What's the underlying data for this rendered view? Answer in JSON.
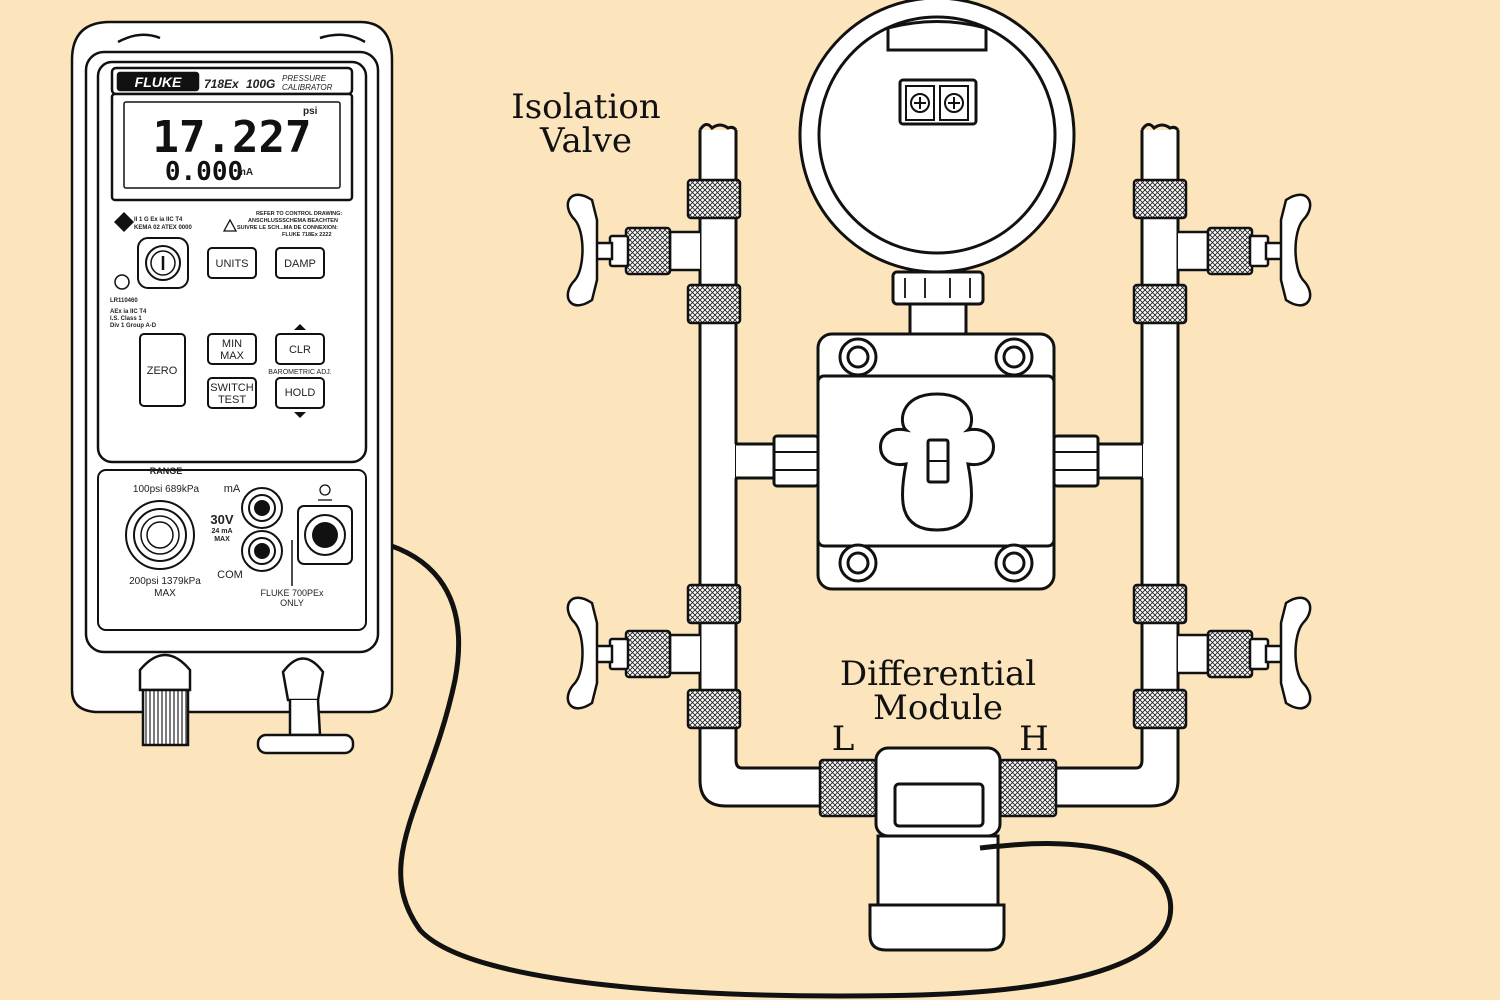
{
  "calibrator": {
    "brand": "FLUKE",
    "model": "718Ex",
    "range_code": "100G",
    "product_line1": "PRESSURE",
    "product_line2": "CALIBRATOR",
    "display": {
      "primary_value": "17.227",
      "primary_unit": "psi",
      "secondary_value": "0.000",
      "secondary_unit": "mA"
    },
    "cert_line1": "II 1 G Ex ia IIC T4",
    "cert_line2": "KEMA 02 ATEX 0000",
    "warning_line1": "REFER TO CONTROL DRAWING:",
    "warning_line2": "ANSCHLUSSSCHEMA BEACHTEN",
    "warning_line3": "SUIVRE LE SCH...MA DE CONNEXION:",
    "warning_line4": "FLUKE 718Ex 2222",
    "csa_code": "LR110460",
    "approval_line1": "AEx ia IIC T4",
    "approval_line2": "I.S. Class 1",
    "approval_line3": "Div 1 Group A-D",
    "buttons": {
      "units": "UNITS",
      "damp": "DAMP",
      "zero": "ZERO",
      "minmax_line1": "MIN",
      "minmax_line2": "MAX",
      "clr": "CLR",
      "switch_line1": "SWITCH",
      "switch_line2": "TEST",
      "hold": "HOLD",
      "barometric": "BAROMETRIC ADJ."
    },
    "range_title": "RANGE",
    "range_top": "100psi  689kPa",
    "range_bottom": "200psi  1379kPa",
    "range_max": "MAX",
    "ma_label": "mA",
    "com_label": "COM",
    "voltage_label": "30V",
    "current_label": "24 mA",
    "max_label": "MAX",
    "module_port_line1": "FLUKE 700PEx",
    "module_port_line2": "ONLY"
  },
  "labels": {
    "isolation_valve_line1": "Isolation",
    "isolation_valve_line2": "Valve",
    "differential_module_line1": "Differential",
    "differential_module_line2": "Module",
    "low_port": "L",
    "high_port": "H"
  },
  "colors": {
    "background": "#fce5bd",
    "body": "#ffffff",
    "stroke": "#111111",
    "cable": "#111111"
  }
}
